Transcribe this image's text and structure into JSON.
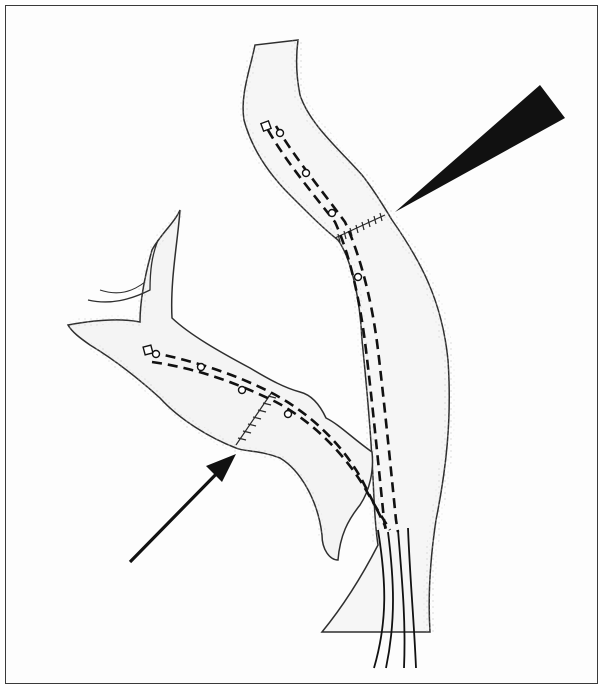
{
  "figure": {
    "description_text": "",
    "colors": {
      "ink": "#2b2b2b",
      "vessel_fill": "#f4f4f4",
      "vessel_shade": "#c9c9c9",
      "arrowhead": "#111111",
      "background": "#ffffff"
    },
    "elements": {
      "upper_vessel": "vein-segment-upper",
      "lower_branch": "vein-branch-lower",
      "anastomosis_upper": "suture-line-upper",
      "anastomosis_lower": "suture-line-lower",
      "catheter_lines": "dashed-catheter-paths",
      "wire_bundle": "catheter-wires",
      "pointer_triangle": "wedge-pointer",
      "pointer_arrow": "arrow-pointer"
    }
  }
}
